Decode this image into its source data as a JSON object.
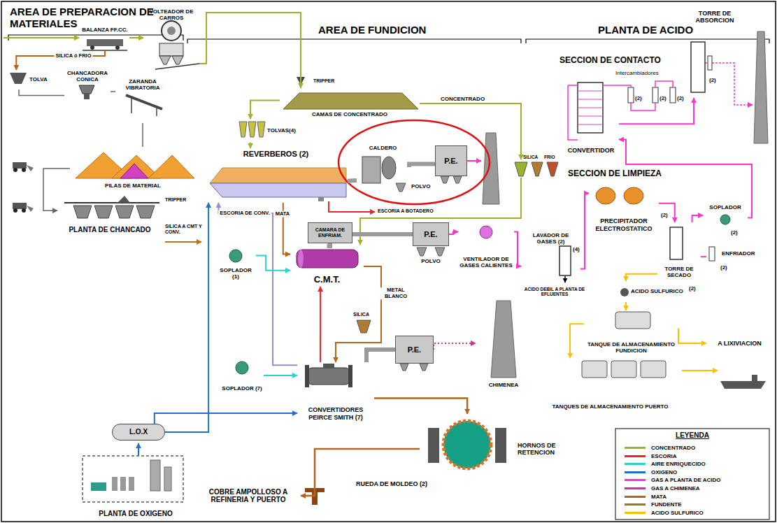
{
  "diagram": {
    "nodes": [
      {
        "text": [
          "BALANZA FF.CC."
        ]
      },
      {
        "text": [
          "VOLTEADOR DE CARROS"
        ]
      },
      {
        "text": [
          "TOLVA"
        ]
      },
      {
        "text": [
          "CHANCADORA CONICA"
        ]
      },
      {
        "text": [
          "ZARANDA VIBRATORIA"
        ]
      },
      {
        "text": [
          "PILAS DE MATERIAL"
        ]
      },
      {
        "text": [
          "PLANTA DE CHANCADO"
        ]
      },
      {
        "text": [
          "L.O.X"
        ]
      },
      {
        "text": [
          "PLANTA DE OXIGENO"
        ]
      },
      {
        "text": [
          "CAMAS DE CONCENTRADO"
        ]
      },
      {
        "text": [
          "TOLVAS(4)"
        ]
      },
      {
        "text": [
          "REVERBEROS (2)"
        ]
      },
      {
        "text": [
          "CALDERO"
        ]
      },
      {
        "text": [
          "P.E."
        ]
      },
      {
        "text": [
          "CAMARA DE ENFRIAM."
        ]
      },
      {
        "text": [
          "C.M.T."
        ]
      },
      {
        "text": [
          "P.E."
        ]
      },
      {
        "text": [
          "VENTILADOR DE GASES CALIENTES"
        ]
      },
      {
        "text": [
          "SOPLADOR (1)"
        ]
      },
      {
        "text": [
          "CONVERTIDORES PEIRCE SMITH (7)"
        ]
      },
      {
        "text": [
          "P.E."
        ]
      },
      {
        "text": [
          "CHIMENEA"
        ]
      },
      {
        "text": [
          "SOPLADOR (7)"
        ]
      },
      {
        "text": [
          "HORNOS DE RETENCION"
        ]
      },
      {
        "text": [
          "RUEDA DE MOLDEO (2)"
        ]
      },
      {
        "text": [
          "COBRE AMPOLLOSO A REFINERIA Y PUERTO"
        ]
      },
      {
        "text": [
          "CONVERTIDOR"
        ]
      },
      {
        "text": [
          "TORRE DE ABSORCION"
        ]
      },
      {
        "text": [
          "PRECIPITADOR ELECTROSTATICO"
        ]
      },
      {
        "text": [
          "SOPLADOR"
        ]
      },
      {
        "text": [
          "LAVADOR DE GASES (2)"
        ]
      },
      {
        "text": [
          "TORRE DE SECADO"
        ]
      },
      {
        "text": [
          "ENFRIADOR"
        ]
      },
      {
        "text": [
          "ACIDO SULFURICO"
        ]
      },
      {
        "text": [
          "TANQUE DE ALMACENAMIENTO FUNDICION"
        ]
      },
      {
        "text": [
          "A LIXIVIACION"
        ]
      },
      {
        "text": [
          "TANQUES DE ALMACENAMIENTO PUERTO"
        ]
      }
    ],
    "edges": [
      {
        "from": 0,
        "to": 1,
        "arrow": "to"
      },
      {
        "from": 0,
        "to": 2,
        "arrow": "to",
        "label": "SILICA ó FRIO"
      },
      {
        "from": 2,
        "to": 3,
        "arrow": "none"
      },
      {
        "from": 3,
        "to": 4,
        "arrow": "none"
      },
      {
        "from": 4,
        "to": 5,
        "arrow": "none"
      },
      {
        "from": 5,
        "to": 6,
        "arrow": "to"
      },
      {
        "from": 1,
        "to": 9,
        "arrow": "to"
      },
      {
        "from": 9,
        "to": 10,
        "arrow": "to"
      },
      {
        "from": 10,
        "to": 11,
        "arrow": "to"
      },
      {
        "from": 11,
        "to": 12,
        "arrow": "none"
      },
      {
        "from": 12,
        "to": 13,
        "arrow": "none"
      },
      {
        "from": 11,
        "to": 15,
        "arrow": "to",
        "label": "MATA"
      },
      {
        "from": 19,
        "to": 11,
        "arrow": "to",
        "label": "ESCORIA DE CONV."
      },
      {
        "from": 15,
        "to": 19,
        "arrow": "to",
        "label": "METAL BLANCO"
      },
      {
        "from": 19,
        "to": 15,
        "arrow": "to"
      },
      {
        "from": 15,
        "to": 14,
        "arrow": "none"
      },
      {
        "from": 14,
        "to": 16,
        "arrow": "none"
      },
      {
        "from": 16,
        "to": 17,
        "arrow": "to"
      },
      {
        "from": 17,
        "to": 30,
        "arrow": "to"
      },
      {
        "from": 18,
        "to": 15,
        "arrow": "to"
      },
      {
        "from": 7,
        "to": 11,
        "arrow": "to"
      },
      {
        "from": 7,
        "to": 19,
        "arrow": "to"
      },
      {
        "from": 22,
        "to": 19,
        "arrow": "to"
      },
      {
        "from": 19,
        "to": 20,
        "arrow": "none"
      },
      {
        "from": 20,
        "to": 21,
        "arrow": "to"
      },
      {
        "from": 19,
        "to": 23,
        "arrow": "to"
      },
      {
        "from": 23,
        "to": 25,
        "arrow": "to"
      },
      {
        "from": 30,
        "to": 28,
        "arrow": "to"
      },
      {
        "from": 28,
        "to": 31,
        "arrow": "to"
      },
      {
        "from": 31,
        "to": 29,
        "arrow": "to"
      },
      {
        "from": 29,
        "to": 26,
        "arrow": "to"
      },
      {
        "from": 26,
        "to": 27,
        "arrow": "to"
      },
      {
        "from": 31,
        "to": 32,
        "arrow": "none"
      },
      {
        "from": 31,
        "to": 33,
        "arrow": "to"
      },
      {
        "from": 33,
        "to": 34,
        "arrow": "to"
      },
      {
        "from": 34,
        "to": 35,
        "arrow": "to"
      },
      {
        "from": 34,
        "to": 36,
        "arrow": "to"
      }
    ],
    "labels": [
      "AREA DE PREPARACION DE MATERIALES",
      "AREA DE FUNDICION",
      "PLANTA DE ACIDO",
      "TRIPPER",
      "SILICA A CMT Y CONV.",
      "TRIPPER",
      "CONCENTRADO",
      "POLVO",
      "ESCORIA A BOTADERO",
      "SILICA",
      "FRIO",
      "POLVO",
      "SILICA",
      "SECCION DE CONTACTO",
      "Intercambiadores",
      "(2)",
      "(2)",
      "(2)",
      "(2)",
      "SECCION DE LIMPIEZA",
      "(2)",
      "(2)",
      "(2)",
      "(2)",
      "(4)",
      "ACIDO DEBIL A PLANTA DE EFLUENTES",
      "LEYENDA"
    ],
    "legend": [
      {
        "text": "CONCENTRADO",
        "color": "#9ab32a"
      },
      {
        "text": "ESCORIA",
        "color": "#e8262b"
      },
      {
        "text": "AIRE ENRIQUECIDO",
        "color": "#2fd0d0"
      },
      {
        "text": "OXIGENO",
        "color": "#1f6fd1"
      },
      {
        "text": "GAS A PLANTA DE ACIDO",
        "color": "#ff33cc"
      },
      {
        "text": "GAS A CHIMENEA",
        "color": "#cc3399"
      },
      {
        "text": "MATA",
        "color": "#b5651d"
      },
      {
        "text": "FUNDENTE",
        "color": "#8c7a3c"
      },
      {
        "text": "ACIDO SULFURICO",
        "color": "#ffbf00"
      }
    ]
  }
}
